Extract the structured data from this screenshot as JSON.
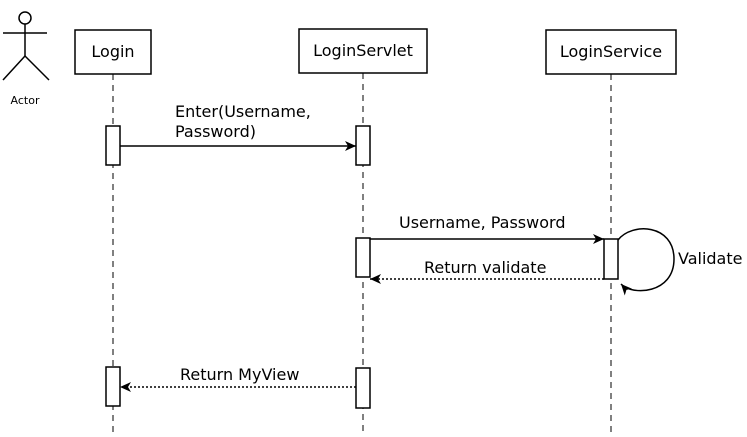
{
  "actor": {
    "label": "Actor"
  },
  "lifelines": [
    {
      "id": "login",
      "label": "Login"
    },
    {
      "id": "servlet",
      "label": "LoginServlet"
    },
    {
      "id": "service",
      "label": "LoginService"
    }
  ],
  "messages": [
    {
      "from": "login",
      "to": "servlet",
      "lines": [
        "Enter(Username,",
        "Password)"
      ],
      "style": "solid"
    },
    {
      "from": "servlet",
      "to": "service",
      "lines": [
        "Username, Password"
      ],
      "style": "solid"
    },
    {
      "from": "service",
      "to": "service",
      "lines": [
        "Validate"
      ],
      "style": "self"
    },
    {
      "from": "service",
      "to": "servlet",
      "lines": [
        "Return validate"
      ],
      "style": "dotted"
    },
    {
      "from": "servlet",
      "to": "login",
      "lines": [
        "Return MyView"
      ],
      "style": "dotted"
    }
  ]
}
